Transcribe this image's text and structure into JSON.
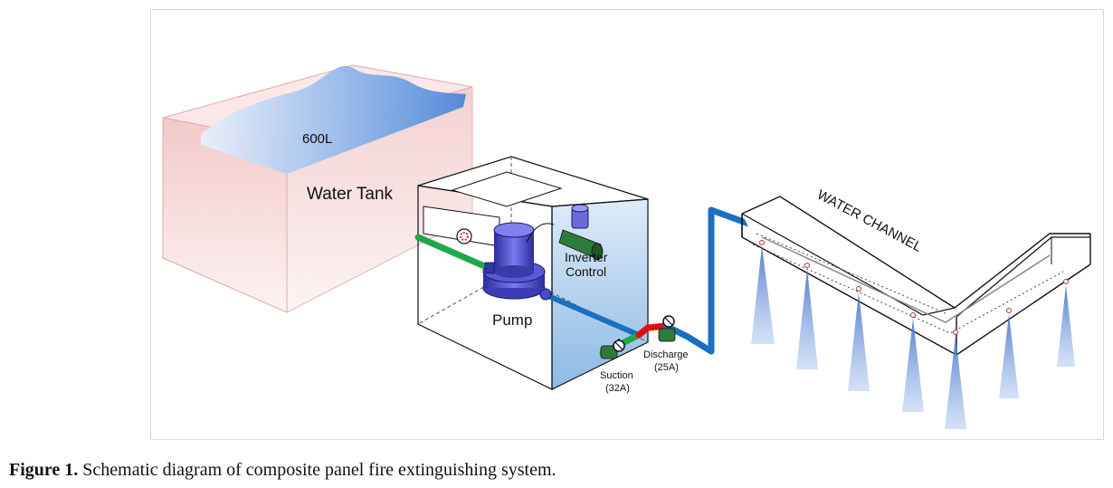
{
  "diagram": {
    "tank": {
      "label": "Water Tank",
      "volume": "600L"
    },
    "pump": {
      "label": "Pump"
    },
    "inverter": {
      "line1": "Inverter",
      "line2": "Control"
    },
    "suction": {
      "line1": "Suction",
      "line2": "(32A)"
    },
    "discharge": {
      "line1": "Discharge",
      "line2": "(25A)"
    },
    "channel": {
      "label": "WATER CHANNEL"
    }
  },
  "caption": {
    "prefix": "Figure 1.",
    "text": " Schematic diagram of composite panel fire extinguishing system."
  },
  "colors": {
    "tank_wall": "#f6d6d6",
    "water": "#6f9fe0",
    "suction_pipe": "#1fa84a",
    "discharge_pipe": "#e01010",
    "supply_pipe": "#1a6fc0",
    "pump": "#4a4acf",
    "spray": "#8fb0e8"
  }
}
